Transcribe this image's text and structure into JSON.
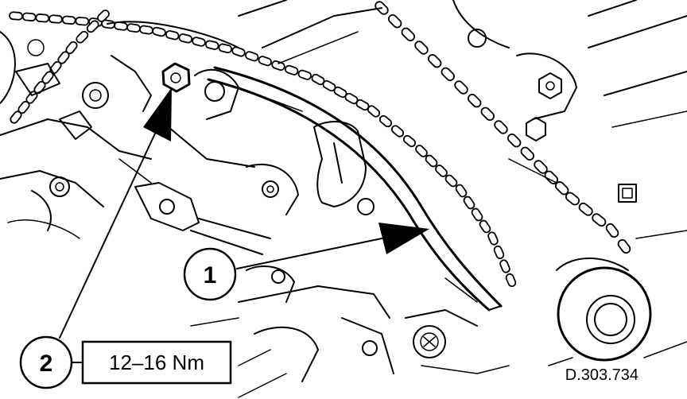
{
  "callouts": [
    {
      "number": "1"
    },
    {
      "number": "2",
      "value": "12–16 Nm"
    }
  ],
  "reference_code": "D.303.734"
}
